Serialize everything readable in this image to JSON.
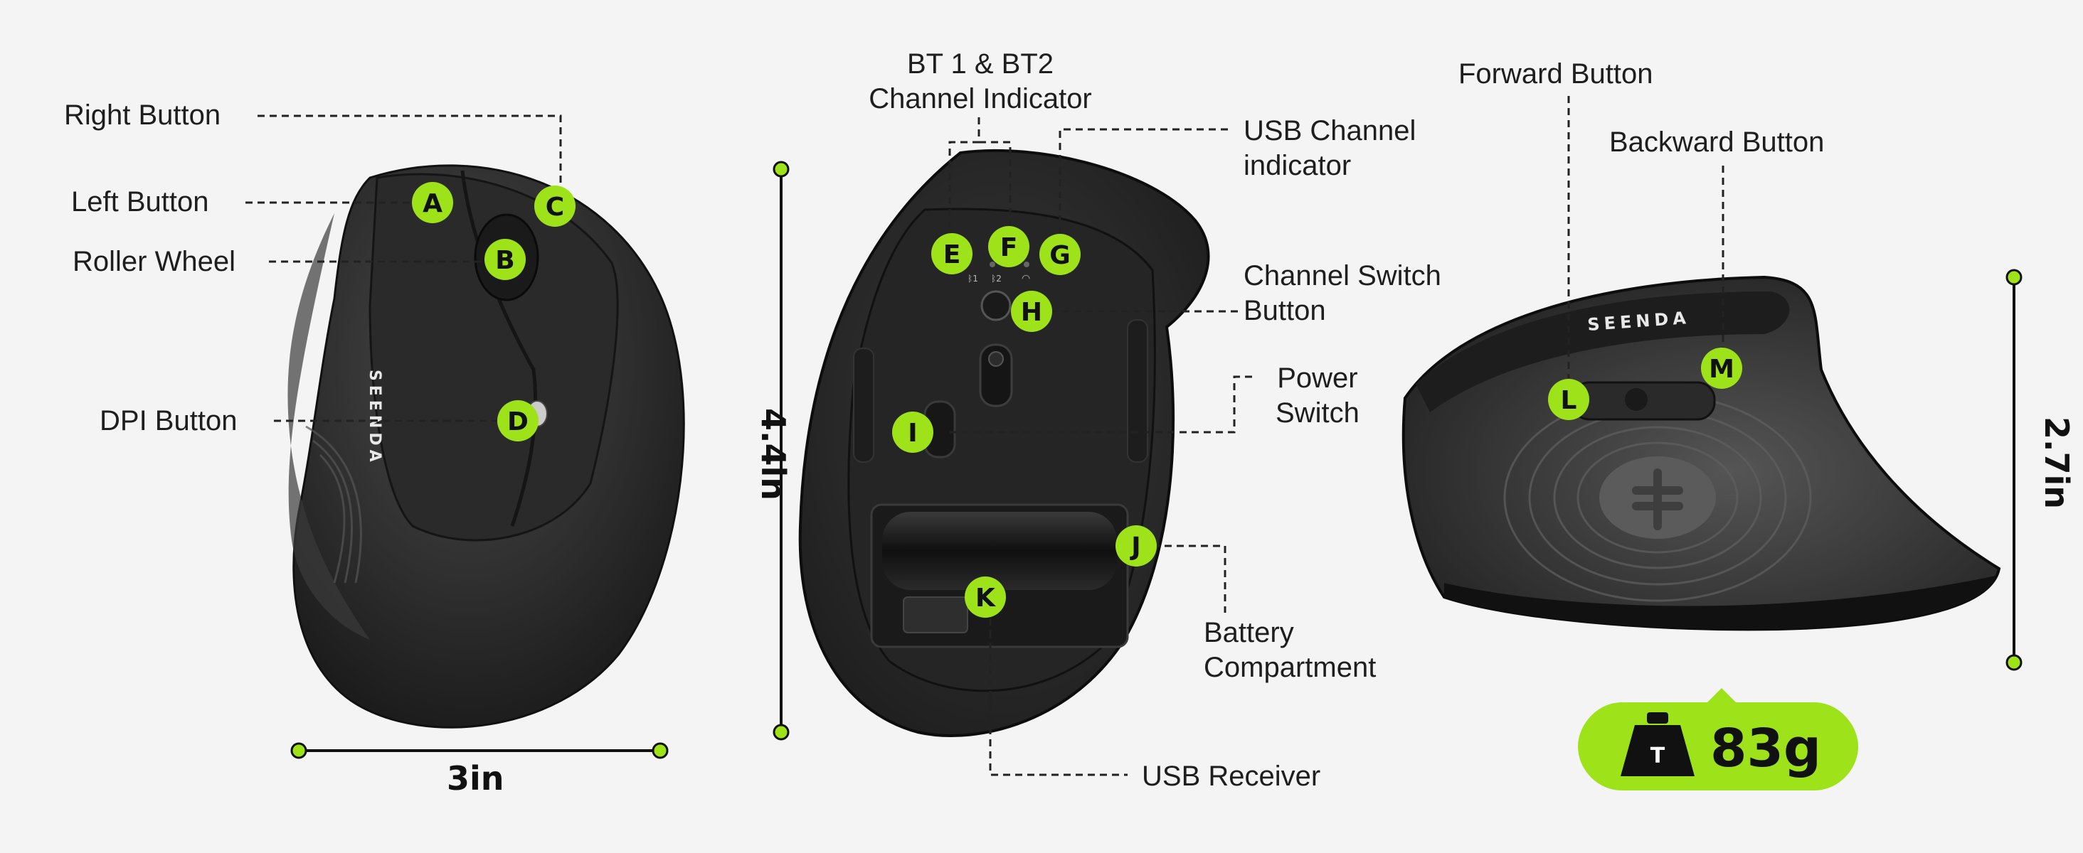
{
  "colors": {
    "accent": "#9ee21a",
    "background": "#f4f4f4",
    "mouse_body": "#2b2b2b",
    "text": "#1e1e1e"
  },
  "brand": "SEENDA",
  "callouts": {
    "A": "A",
    "B": "B",
    "C": "C",
    "D": "D",
    "E": "E",
    "F": "F",
    "G": "G",
    "H": "H",
    "I": "I",
    "J": "J",
    "K": "K",
    "L": "L",
    "M": "M"
  },
  "labels": {
    "right_button": "Right Button",
    "left_button": "Left Button",
    "roller_wheel": "Roller Wheel",
    "dpi_button": "DPI Button",
    "bt_indicator_line1": "BT 1 & BT2",
    "bt_indicator_line2": "Channel Indicator",
    "usb_indicator_line1": "USB Channel",
    "usb_indicator_line2": "indicator",
    "channel_switch_line1": "Channel Switch",
    "channel_switch_line2": "Button",
    "power_switch_line1": "Power",
    "power_switch_line2": "Switch",
    "battery_line1": "Battery",
    "battery_line2": "Compartment",
    "usb_receiver": "USB Receiver",
    "forward_button": "Forward Button",
    "backward_button": "Backward Button"
  },
  "dimensions": {
    "width": "3in",
    "length": "4.4in",
    "height": "2.7in"
  },
  "weight": {
    "value": "83g",
    "icon_letter": "T",
    "icon": "weight-icon"
  },
  "indicator_icons": [
    "bluetooth-1-icon",
    "bluetooth-2-icon",
    "wifi-icon"
  ]
}
